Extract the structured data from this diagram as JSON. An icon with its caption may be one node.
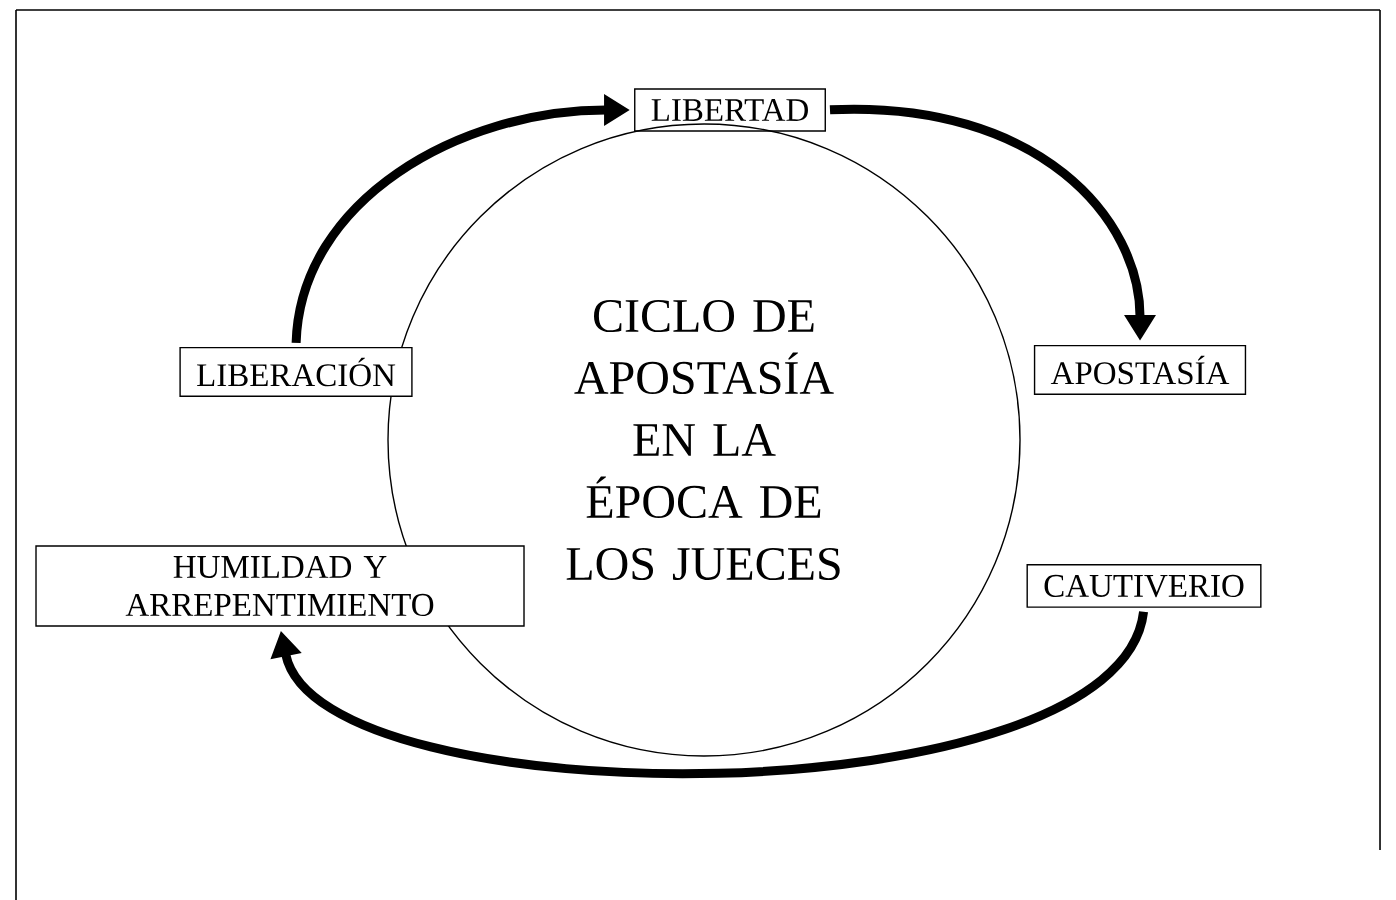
{
  "diagram": {
    "nodes": [
      {
        "text": [
          "LIBERTAD"
        ]
      },
      {
        "text": [
          "CICLO DE APOSTASÍA EN LA ÉPOCA DE LOS JUECES"
        ]
      },
      {
        "text": [
          "LIBERACIÓN"
        ]
      },
      {
        "text": [
          "APOSTASÍA"
        ]
      },
      {
        "text": [
          "HUMILDAD Y ARREPENTIMIENTO"
        ]
      },
      {
        "text": [
          "CAUTIVERIO"
        ]
      }
    ],
    "edges": [
      {
        "from": 0,
        "to": 3,
        "arrow": "to"
      },
      {
        "from": 5,
        "to": 4,
        "arrow": "to"
      },
      {
        "from": 2,
        "to": 0,
        "arrow": "to"
      }
    ]
  }
}
